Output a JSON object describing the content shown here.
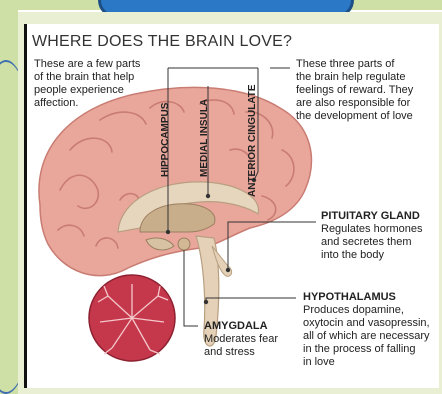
{
  "title": "WHERE DOES THE BRAIN LOVE?",
  "intro_left": [
    "These are a few parts",
    "of the brain that help",
    "people experience",
    "affection."
  ],
  "intro_right": [
    "These three parts of",
    "the brain help regulate",
    "feelings of reward. They",
    "are also responsible for",
    "the development of love"
  ],
  "vertical_labels": {
    "hippocampus": "HIPPOCAMPUS",
    "medial_insula": "MEDIAL INSULA",
    "anterior_cingulate": "ANTERIOR CINGULATE"
  },
  "pituitary": {
    "name": "PITUITARY GLAND",
    "desc": [
      "Regulates hormones",
      "and secretes them",
      "into the body"
    ]
  },
  "hypothalamus": {
    "name": "HYPOTHALAMUS",
    "desc": [
      "Produces dopamine,",
      "oxytocin and vasopressin,",
      "all of which are necessary",
      "in the process of falling",
      "in love"
    ]
  },
  "amygdala": {
    "name": "AMYGDALA",
    "desc": [
      "Moderates fear",
      "and stress"
    ]
  },
  "colors": {
    "brain": "#e9a79c",
    "brain_dark": "#c97c72",
    "cerebellum": "#c5384b",
    "inner": "#d9c3a6",
    "stem": "#e4d1b8"
  }
}
